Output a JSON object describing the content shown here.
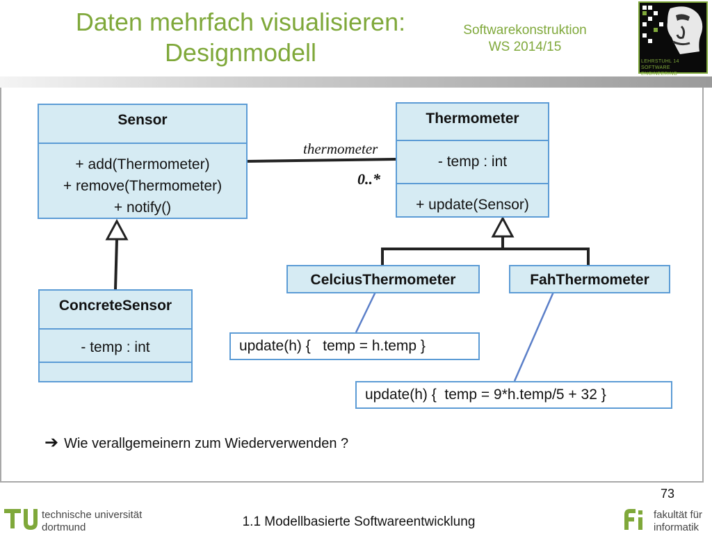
{
  "header": {
    "title_line1": "Daten mehrfach visualisieren:",
    "title_line2": "Designmodell",
    "course_line1": "Softwarekonstruktion",
    "course_line2": "WS 2014/15",
    "logo_caption_line1": "LEHRSTUHL 14",
    "logo_caption_line2": "SOFTWARE ENGINEERING"
  },
  "diagram": {
    "sensor": {
      "name": "Sensor",
      "op1": "+ add(Thermometer)",
      "op2": "+ remove(Thermometer)",
      "op3": "+ notify()"
    },
    "thermometer": {
      "name": "Thermometer",
      "attr": "-  temp : int",
      "op": "+ update(Sensor)"
    },
    "concrete_sensor": {
      "name": "ConcreteSensor",
      "attr": "-  temp : int"
    },
    "celcius": {
      "name": "CelciusThermometer"
    },
    "fahrenheit": {
      "name": "FahThermometer"
    },
    "association": {
      "role": "thermometer",
      "multiplicity": "0..*"
    },
    "note_celcius": "update(h) {   temp = h.temp }",
    "note_fah": "update(h) {  temp = 9*h.temp/5 + 32 }"
  },
  "question": "Wie verallgemeinern zum Wiederverwenden ?",
  "question_icon": "right-arrow-icon",
  "footer": {
    "page_number": "73",
    "section": "1.1 Modellbasierte Softwareentwicklung",
    "university_line1": "technische universität",
    "university_line2": "dortmund",
    "faculty_line1": "fakultät für",
    "faculty_line2": "informatik"
  },
  "colors": {
    "accent": "#7fa83a",
    "uml_fill": "#d6ebf3",
    "uml_border": "#5b9bd5",
    "tu_green": "#7fa83a"
  }
}
